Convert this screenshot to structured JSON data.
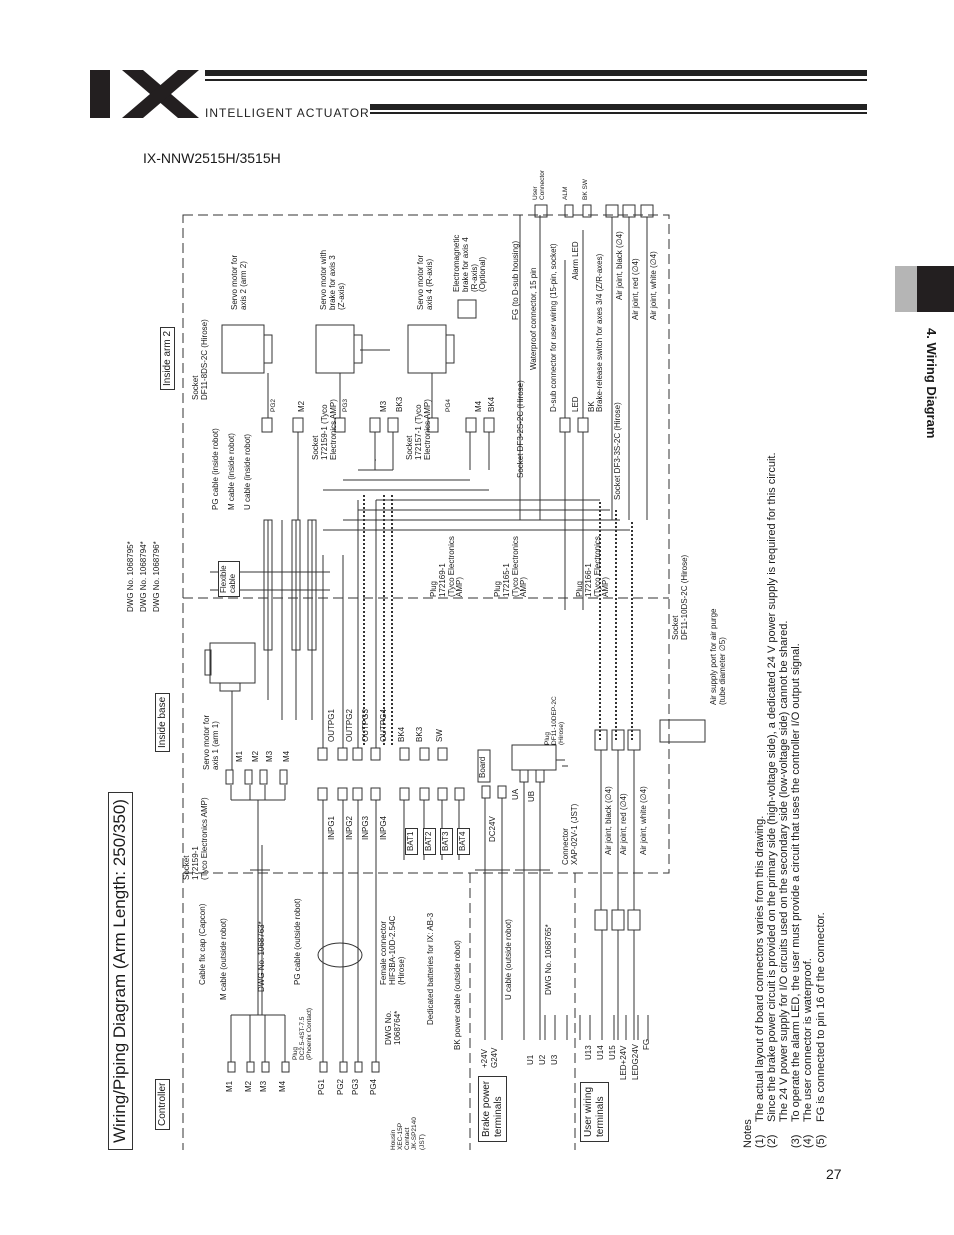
{
  "header": {
    "logo": "IX",
    "brand": "INTELLIGENT ACTUATOR",
    "model": "IX-NNW2515H/3515H",
    "section": "4. Wiring Diagram",
    "page_number": "27"
  },
  "diagram": {
    "title": "Wiring/Piping Diagram (Arm Length: 250/350)",
    "zones": {
      "controller": "Controller",
      "inside_base": "Inside base",
      "inside_arm2": "Inside arm 2",
      "brake_terminals": [
        "Brake power",
        "terminals"
      ],
      "user_terminals": [
        "User wiring",
        "terminals"
      ]
    },
    "controller_side": {
      "m_terminals": [
        "M1",
        "M2",
        "M3",
        "M4"
      ],
      "pg_terminals": [
        "PG1",
        "PG2",
        "PG3",
        "PG4"
      ],
      "brake_terms": [
        "+24V",
        "G24V"
      ],
      "u_terms": [
        "U1",
        "U2",
        "U3"
      ],
      "user_terms": [
        "U13",
        "U14",
        "U15",
        "LED+24V",
        "LEDG24V",
        "FG"
      ],
      "plug_label": [
        "Plug",
        "DC2.5-4ST-7.5",
        "(Phoenix Contact)"
      ],
      "housing_label": [
        "Housin",
        "XEC-15P",
        "Contact",
        "JK-SP2140",
        "(JST)"
      ],
      "cable_fix_cap": "Cable fix cap (Capcon)",
      "m_cable_out": "M cable (outside robot)",
      "dwg_m": "DWG No. 1068763*",
      "pg_cable_out": "PG cable (outside robot)",
      "dwg_pg": [
        "DWG No.",
        "1068764*"
      ],
      "female_connector": [
        "Female connector",
        "HIF3BA-10D-2.54C",
        "(Hirose)"
      ],
      "batteries": "Dedicated batteries for IX: AB-3",
      "bk_cable": "BK power cable (outside robot)",
      "u_cable": "U cable (outside robot)",
      "dwg_u": "DWG No. 1068765*"
    },
    "base_side": {
      "socket1": [
        "Socket",
        "172159-1",
        "(Tyco Electronics AMP)"
      ],
      "servo1": [
        "Servo motor for",
        "axis 1 (arm 1)"
      ],
      "m_in": [
        "M1",
        "M2",
        "M3",
        "M4"
      ],
      "inpg": [
        "INPG1",
        "INPG2",
        "INPG3",
        "INPG4"
      ],
      "bat": [
        "BAT1",
        "BAT2",
        "BAT3",
        "BAT4"
      ],
      "board": "Board",
      "dc24v": "DC24V",
      "ua": "UA",
      "ub": "UB",
      "connector_xap": [
        "Connector",
        "XAP-02V-1 (JST)"
      ],
      "air_joints_in": [
        "Air joint, black (∅4)",
        "Air joint, red (∅4)",
        "Air joint, white (∅4)"
      ],
      "outpg": [
        "OUTPG1",
        "OUTPG2",
        "OUTPG3",
        "OUTPG4"
      ],
      "bk_out": [
        "BK4",
        "BK3"
      ],
      "sw": "SW",
      "plug_df": [
        "Plug",
        "DF11-10DEP-2C",
        "(Hirose)"
      ],
      "plug_172169": [
        "Plug",
        "172169-1",
        "(Tyco Electronics",
        "AMP)"
      ],
      "plug_172165": [
        "Plug",
        "172165-1",
        "(Tyco Electronics",
        "AMP)"
      ],
      "plug_172166": [
        "Plug",
        "172166-1",
        "(Tyco Electronics",
        "AMP)"
      ],
      "socket_df11_10": [
        "Socket",
        "DF11-10DS-2C (Hirose)"
      ],
      "air_purge": [
        "Air supply port for air purge",
        "(tube diameter ∅5)"
      ],
      "dwg_1068795": "DWG No. 1068795*",
      "dwg_1068794": "DWG No. 1068794*",
      "dwg_1068796": "DWG No. 1068796*",
      "flexible": [
        "Flexible",
        "cable"
      ]
    },
    "arm2_side": {
      "pg_cable_in": "PG cable (inside robot)",
      "m_cable_in": "M cable (inside robot)",
      "u_cable_in": "U cable (inside robot)",
      "socket_df11_8": [
        "Socket",
        "DF11-8DS-2C (Hirose)"
      ],
      "servo2": [
        "Servo motor for",
        "axis 2 (arm 2)"
      ],
      "servo3": [
        "Servo motor with",
        "brake for axis 3",
        "(Z-axis)"
      ],
      "servo4": [
        "Servo motor for",
        "axis 4 (R-axis)"
      ],
      "brake4": [
        "Electromagnetic",
        "brake for axis 4",
        "(R-axis)",
        "(Optional)"
      ],
      "pg2": "PG2",
      "m2": "M2",
      "pg3": "PG3",
      "m3": "M3",
      "bk3": "BK3",
      "pg4": "PG4",
      "m4": "M4",
      "bk4": "BK4",
      "socket_172159": [
        "Socket",
        "172159-1 (Tyco",
        "Electronics AMP)"
      ],
      "socket_172157": [
        "Socket",
        "172157-1 (Tyco",
        "Electronics AMP)"
      ],
      "fg_dsub": "FG (to D-sub housing)",
      "waterproof": "Waterproof connector, 15 pin",
      "dsub_conn": "D-sub connector for user wiring (15-pin, socket)",
      "socket_df3_2s": "Socket DF3-2S-2C (Hirose)",
      "socket_df3_3s": "Socket DF3-3S-2C (Hirose)",
      "led": "LED",
      "bk": "BK",
      "alarm_led": "Alarm LED",
      "brake_release": "Brake-release switch for axes 3/4 (Z/R-axes)",
      "air_black": "Air joint, black (∅4)",
      "air_red": "Air joint, red (∅4)",
      "air_white": "Air joint, white (∅4)",
      "user_connector": [
        "User",
        "Connector"
      ],
      "alm": "ALM",
      "bksw": "BK SW"
    }
  },
  "notes": {
    "heading": "Notes",
    "items": [
      {
        "n": "(1)",
        "t": "The actual layout of board connectors varies from this drawing."
      },
      {
        "n": "(2)",
        "t": "Since the brake power circuit is provided on the primary side (high-voltage side), a dedicated 24 V power supply is required for this circuit."
      },
      {
        "n": "",
        "t": "The 24 V power supply for I/O circuits used on the secondary side (low-voltage side) cannot be shared."
      },
      {
        "n": "(3)",
        "t": "To operate the alarm LED, the user must provide a circuit that uses the controller I/O output signal."
      },
      {
        "n": "(4)",
        "t": "The user connector is waterproof."
      },
      {
        "n": "(5)",
        "t": "FG is connected to pin 16 of the connector."
      }
    ]
  }
}
